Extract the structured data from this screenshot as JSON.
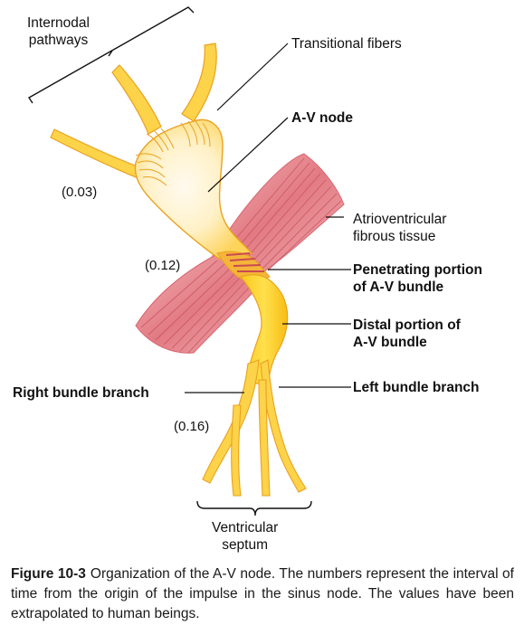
{
  "labels": {
    "internodal": [
      "Internodal",
      "pathways"
    ],
    "transitional": "Transitional fibers",
    "av_node": "A-V node",
    "atrioventricular": [
      "Atrioventricular",
      "fibrous tissue"
    ],
    "penetrating": [
      "Penetrating portion",
      "of A-V bundle"
    ],
    "distal": [
      "Distal portion of",
      "A-V bundle"
    ],
    "left_branch": "Left bundle branch",
    "right_branch": "Right bundle branch",
    "septum": [
      "Ventricular",
      "septum"
    ]
  },
  "timings": {
    "t1": "(0.03)",
    "t2": "(0.12)",
    "t3": "(0.16)"
  },
  "caption": {
    "label": "Figure 10-3",
    "text": "Organization of the A-V node. The numbers represent the interval of time from the origin of the impulse in the sinus node. The values have been extrapolated to human beings."
  },
  "colors": {
    "node_fill": "#fcd349",
    "node_light": "#fff6da",
    "fibrous_tissue": "#e07a82",
    "outline": "#e9a21f"
  }
}
